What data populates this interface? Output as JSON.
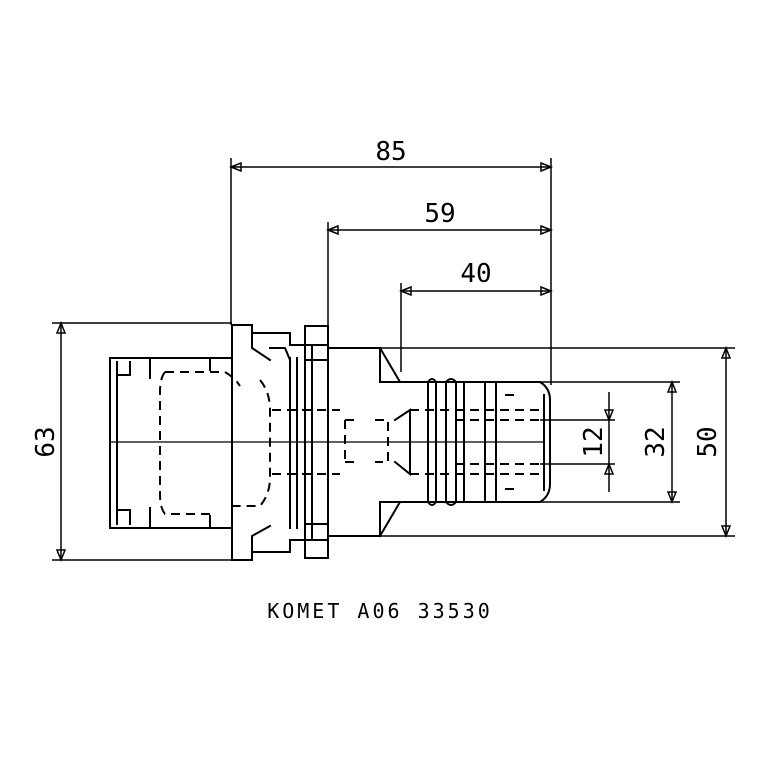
{
  "dimensions": {
    "overall_length": "85",
    "length_59": "59",
    "length_40": "40",
    "flange_diameter": "63",
    "bore_12": "12",
    "diameter_32": "32",
    "diameter_50": "50"
  },
  "caption": "KOMET A06 33530"
}
